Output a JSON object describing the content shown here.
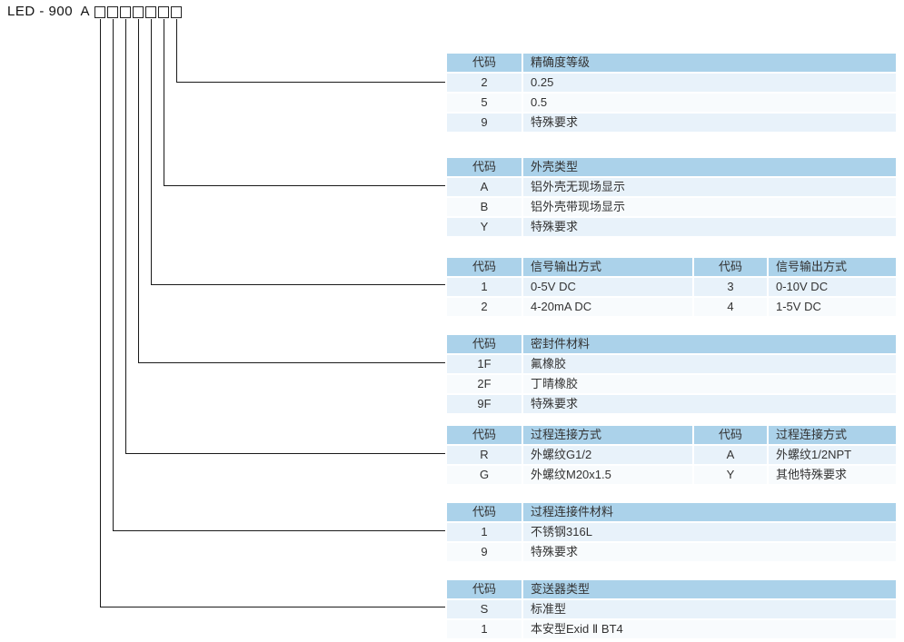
{
  "model": {
    "prefix": "LED - 900  A",
    "box_count": 7
  },
  "colors": {
    "table_header_bg": "#abd2ea",
    "table_row_odd_bg": "#e8f2fa",
    "table_row_even_bg": "#f8fbfd",
    "connector_line": "#1a1a1a",
    "text": "#333333"
  },
  "tables": [
    {
      "name": "accuracy-grade",
      "headers": [
        "代码",
        "精确度等级"
      ],
      "rows": [
        [
          "2",
          "0.25"
        ],
        [
          "5",
          "0.5"
        ],
        [
          "9",
          "特殊要求"
        ]
      ]
    },
    {
      "name": "housing-type",
      "headers": [
        "代码",
        "外壳类型"
      ],
      "rows": [
        [
          "A",
          "铝外壳无现场显示"
        ],
        [
          "B",
          "铝外壳带现场显示"
        ],
        [
          "Y",
          "特殊要求"
        ]
      ]
    },
    {
      "name": "signal-output",
      "headers": [
        "代码",
        "信号输出方式",
        "代码",
        "信号输出方式"
      ],
      "rows": [
        [
          "1",
          "0-5V  DC",
          "3",
          "0-10V  DC"
        ],
        [
          "2",
          "4-20mA  DC",
          "4",
          "1-5V  DC"
        ]
      ]
    },
    {
      "name": "seal-material",
      "headers": [
        "代码",
        "密封件材料"
      ],
      "rows": [
        [
          "1F",
          "氟橡胶"
        ],
        [
          "2F",
          "丁晴橡胶"
        ],
        [
          "9F",
          "特殊要求"
        ]
      ]
    },
    {
      "name": "process-connection",
      "headers": [
        "代码",
        "过程连接方式",
        "代码",
        "过程连接方式"
      ],
      "rows": [
        [
          "R",
          "外螺纹G1/2",
          "A",
          "外螺纹1/2NPT"
        ],
        [
          "G",
          "外螺纹M20x1.5",
          "Y",
          "其他特殊要求"
        ]
      ]
    },
    {
      "name": "process-connection-material",
      "headers": [
        "代码",
        "过程连接件材料"
      ],
      "rows": [
        [
          "1",
          "不锈钢316L"
        ],
        [
          "9",
          "特殊要求"
        ]
      ]
    },
    {
      "name": "transmitter-type",
      "headers": [
        "代码",
        "变送器类型"
      ],
      "rows": [
        [
          "S",
          "标准型"
        ],
        [
          "1",
          "本安型Exid Ⅱ  BT4"
        ]
      ]
    }
  ]
}
